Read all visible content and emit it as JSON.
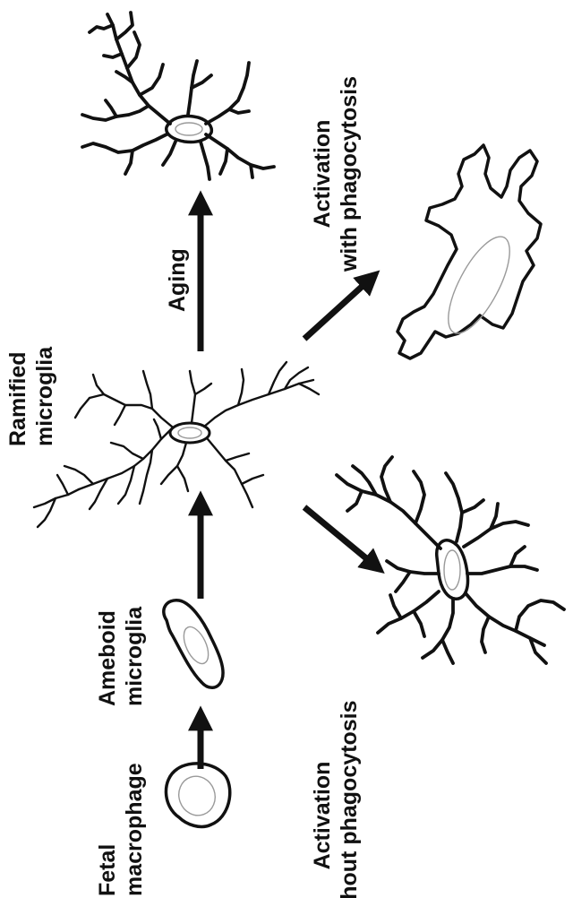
{
  "labels": {
    "fetal": [
      "Fetal",
      "macrophage"
    ],
    "ameboid": [
      "Ameboid",
      "microglia"
    ],
    "ramified": [
      "Ramified",
      "microglia"
    ],
    "aging": "Aging",
    "without": [
      "Activation",
      "without phagocytosis"
    ],
    "with": [
      "Activation",
      "with phagocytosis"
    ]
  }
}
